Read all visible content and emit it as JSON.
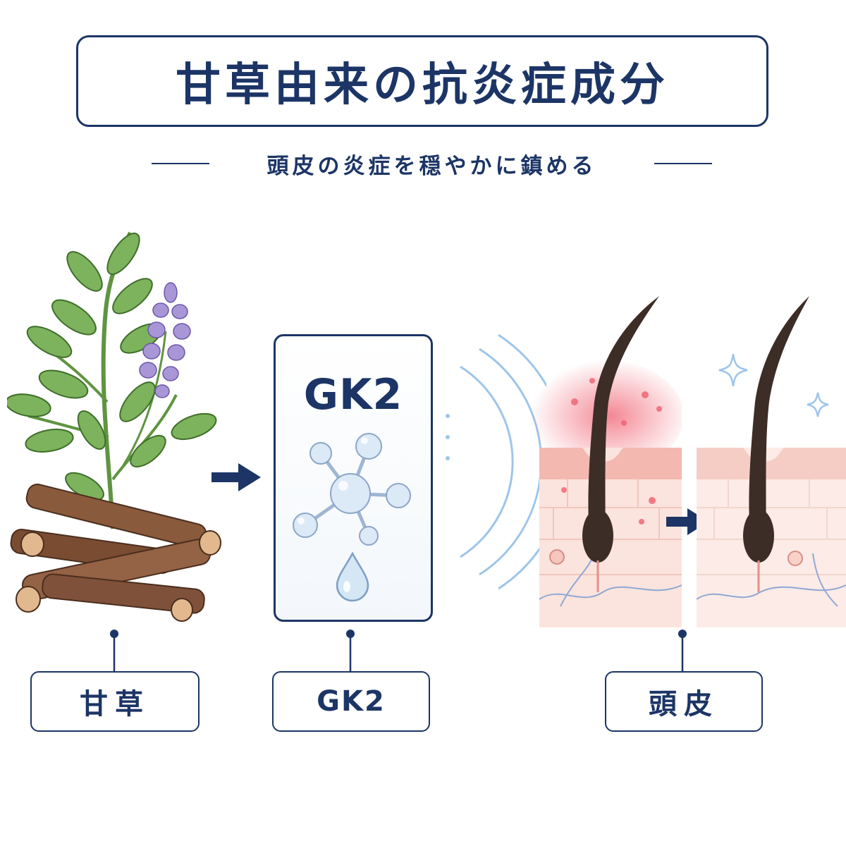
{
  "header": {
    "title": "甘草由来の抗炎症成分",
    "subtitle": "頭皮の炎症を穏やかに鎮める"
  },
  "card": {
    "title": "GK2"
  },
  "labels": {
    "licorice": "甘草",
    "gk2": "GK2",
    "scalp": "頭皮"
  },
  "colors": {
    "navy": "#1c3566",
    "leaf": "#6aa84f",
    "flower": "#9a86cc",
    "molecule": "#cfe1f3",
    "inflamed": "#f07c84",
    "skin": "#f7d8d2"
  },
  "icons": [
    "right-arrow-icon",
    "molecule-icon",
    "droplet-icon",
    "sparkle-icon",
    "hair-follicle-icon"
  ]
}
